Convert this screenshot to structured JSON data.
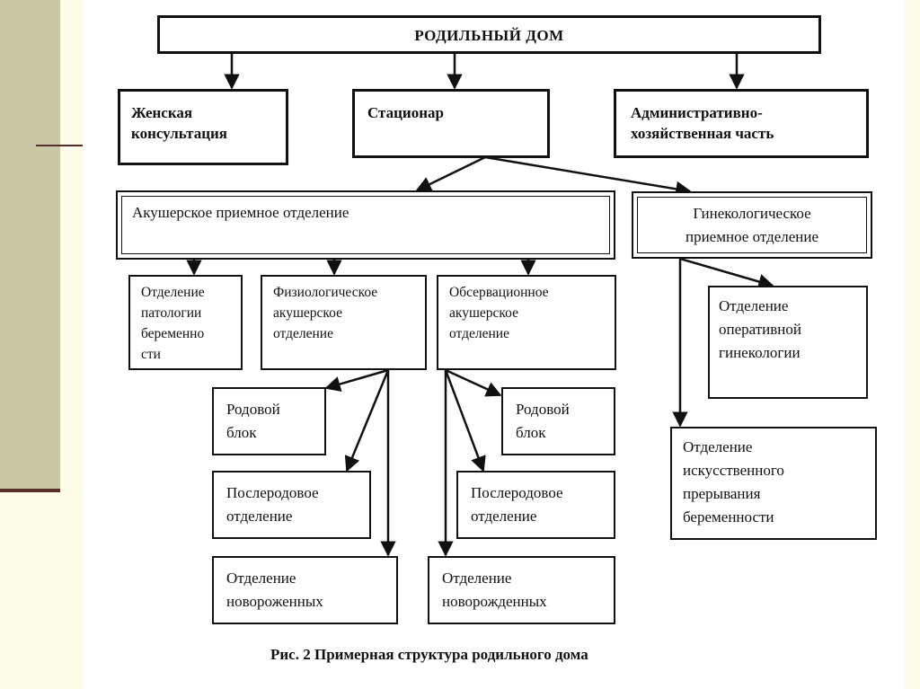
{
  "diagram": {
    "root": "РОДИЛЬНЫЙ ДОМ",
    "zhenskaya": "Женская\nконсультация",
    "stacionar": "Стационар",
    "admin": "Административно-\nхозяйственная часть",
    "akush_priem": "Акушерское приемное отделение",
    "ginek_priem": "Гинекологическое\nприемное отделение",
    "patologii": "Отделение\nпатологии\nбеременно\nсти",
    "fiziolog": "Физиологическое\nакушерское\nотделение",
    "observ": "Обсервационное\nакушерское\nотделение",
    "operativ": "Отделение\nоперативной\nгинекологии",
    "rodovoy_1": "Родовой\nблок",
    "poslerod_1": "Послеродовое\nотделение",
    "novorozh_1": "Отделение\nновороженных",
    "rodovoy_2": "Родовой\nблок",
    "poslerod_2": "Послеродовое\nотделение",
    "novorozh_2": "Отделение\nноворожденных",
    "preryv": "Отделение\nискусственного\nпрерывания\nбеременности"
  },
  "caption": "Рис. 2 Примерная структура родильного дома",
  "colors": {
    "stripe": "#c9c7a5",
    "rule": "#5b2c2c",
    "slide_bg": "#fdfce8"
  }
}
